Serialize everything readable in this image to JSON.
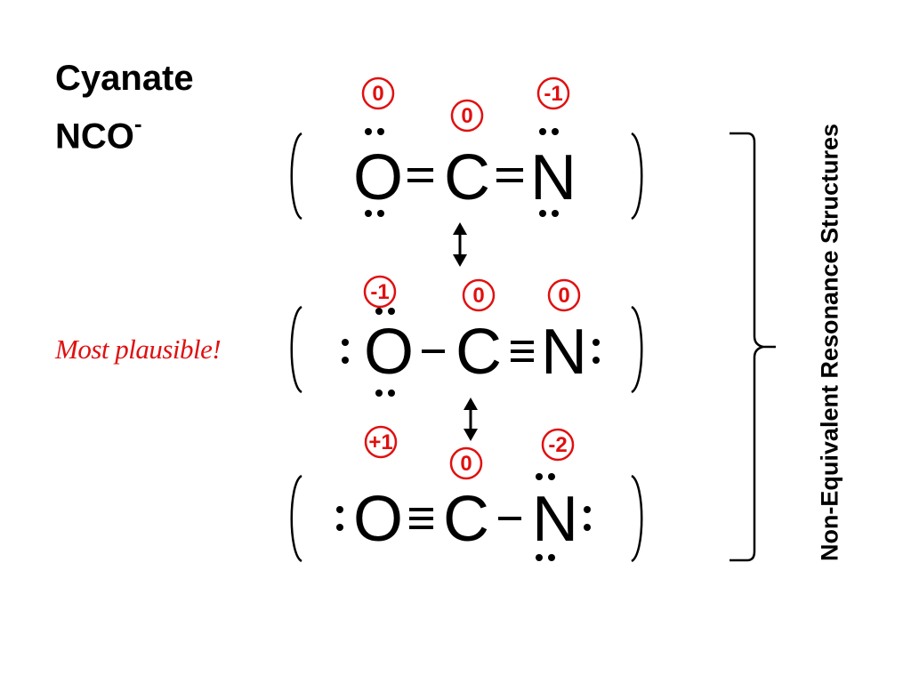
{
  "title": "Cyanate",
  "formula": {
    "base": "NCO",
    "charge": "-"
  },
  "note": "Most plausible!",
  "side_label": "Non-Equivalent Resonance Structures",
  "colors": {
    "charge": "#e01010",
    "text": "#000000"
  },
  "structures": [
    {
      "atoms": [
        "O",
        "C",
        "N"
      ],
      "bonds": [
        "double",
        "double"
      ],
      "formal_charges": {
        "O": "0",
        "C": "0",
        "N": "-1"
      }
    },
    {
      "atoms": [
        "O",
        "C",
        "N"
      ],
      "bonds": [
        "single",
        "triple"
      ],
      "formal_charges": {
        "O": "-1",
        "C": "0",
        "N": "0"
      }
    },
    {
      "atoms": [
        "O",
        "C",
        "N"
      ],
      "bonds": [
        "triple",
        "single"
      ],
      "formal_charges": {
        "O": "+1",
        "C": "0",
        "N": "-2"
      }
    }
  ]
}
